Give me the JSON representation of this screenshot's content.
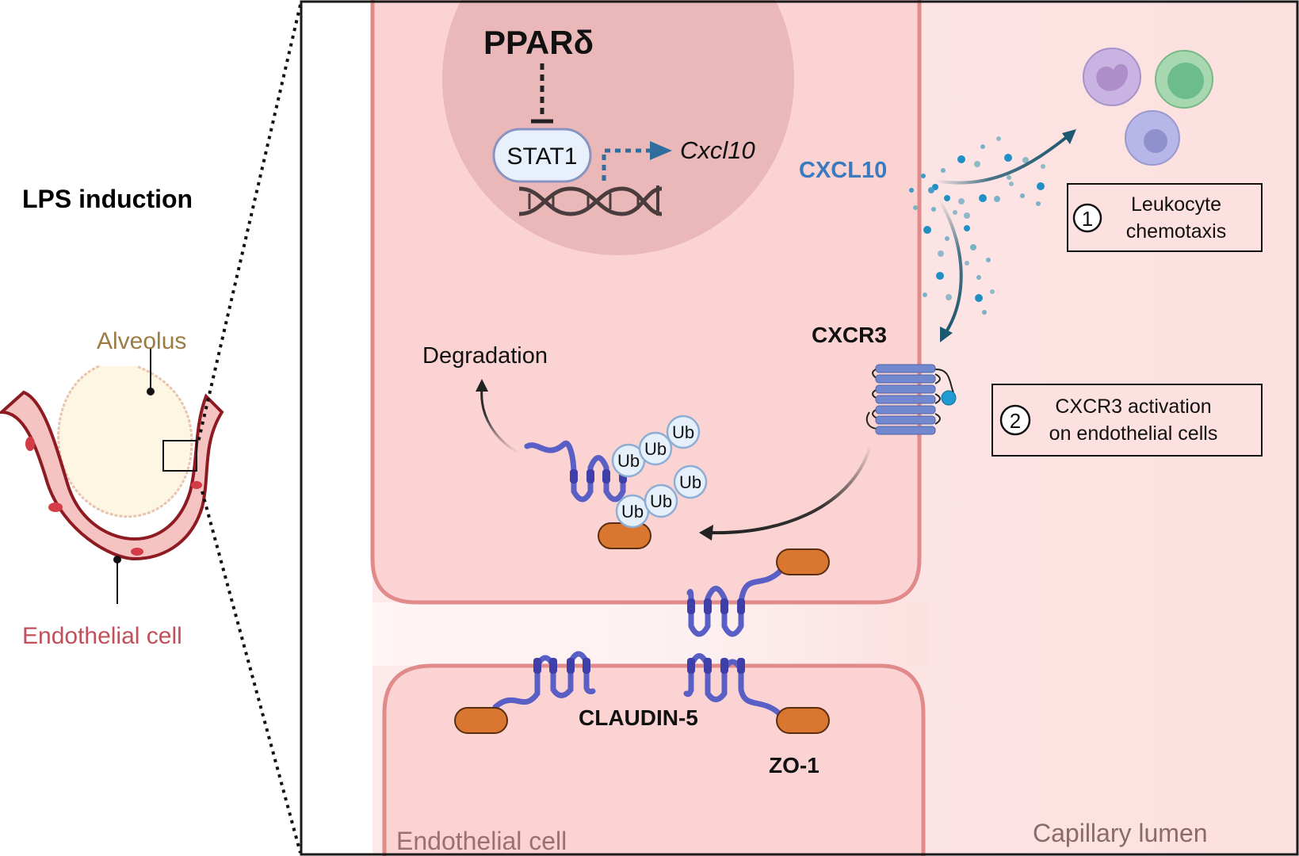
{
  "overview": {
    "title": "LPS induction",
    "alveolus_label": "Alveolus",
    "endothelial_label": "Endothelial cell"
  },
  "nucleus": {
    "regulator": "PPARδ",
    "transcription_factor": "STAT1",
    "gene": "Cxcl10"
  },
  "signaling": {
    "chemokine": "CXCL10",
    "receptor": "CXCR3",
    "degradation_label": "Degradation",
    "ubiquitin_label": "Ub"
  },
  "junction": {
    "claudin_label": "CLAUDIN-5",
    "zo1_label": "ZO-1"
  },
  "callouts": [
    {
      "number": "1",
      "line1": "Leukocyte",
      "line2": "chemotaxis"
    },
    {
      "number": "2",
      "line1": "CXCR3 activation",
      "line2": "on endothelial cells"
    }
  ],
  "regions": {
    "endothelial_cell": "Endothelial cell",
    "capillary_lumen": "Capillary lumen"
  },
  "colors": {
    "cell_fill": "#fbd3d3",
    "cell_border": "#e08a8a",
    "nucleus_fill": "#eab8b8",
    "lumen_fill": "#fde0e0",
    "claudin": "#5a5fc6",
    "zo1": "#d9762f",
    "cxcl10_text": "#3a7bc0",
    "alveolus_text": "#9c7b45",
    "endothelial_text": "#c0505a"
  }
}
